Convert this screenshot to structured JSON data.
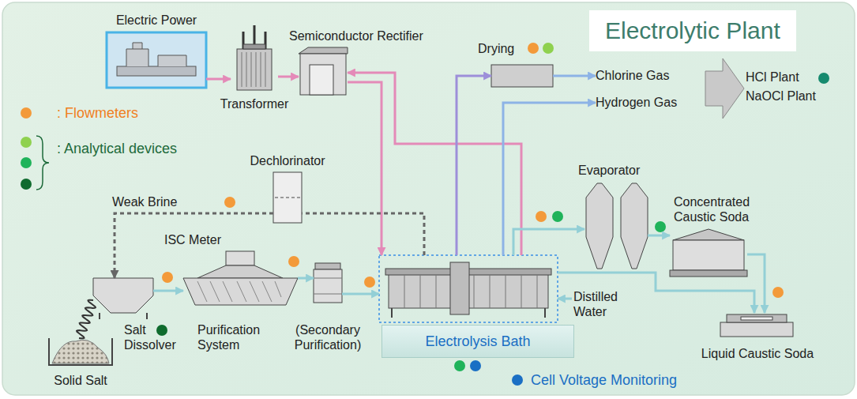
{
  "diagram": {
    "title": "Electrolytic Plant",
    "nodes": [
      {
        "text": [
          "Electric Power"
        ]
      },
      {
        "text": [
          "Transformer"
        ]
      },
      {
        "text": [
          "Semiconductor Rectifier"
        ]
      },
      {
        "text": [
          "Drying"
        ]
      },
      {
        "text": [
          "Chlorine Gas"
        ]
      },
      {
        "text": [
          "Hydrogen Gas"
        ]
      },
      {
        "text": [
          "HCl Plant",
          "NaOCl Plant"
        ]
      },
      {
        "text": [
          "Dechlorinator"
        ]
      },
      {
        "text": [
          "Salt Dissolver"
        ]
      },
      {
        "text": [
          "Solid Salt"
        ]
      },
      {
        "text": [
          "ISC Meter",
          "Purification System"
        ]
      },
      {
        "text": [
          "(Secondary Purification)"
        ]
      },
      {
        "text": [
          "Electrolysis Bath"
        ]
      },
      {
        "text": [
          "Distilled Water"
        ]
      },
      {
        "text": [
          "Evaporator"
        ]
      },
      {
        "text": [
          "Concentrated Caustic Soda"
        ]
      },
      {
        "text": [
          "Liquid Caustic Soda"
        ]
      }
    ],
    "edges": [
      {
        "from": 0,
        "to": 1,
        "arrow": "to"
      },
      {
        "from": 1,
        "to": 2,
        "arrow": "to"
      },
      {
        "from": 2,
        "to": 12,
        "arrow": "to"
      },
      {
        "from": 12,
        "to": 2,
        "arrow": "to"
      },
      {
        "from": 12,
        "to": 3,
        "arrow": "to"
      },
      {
        "from": 3,
        "to": 4,
        "arrow": "to"
      },
      {
        "from": 12,
        "to": 5,
        "arrow": "to"
      },
      {
        "from": 12,
        "to": 7,
        "arrow": "none"
      },
      {
        "from": 7,
        "to": 8,
        "label": "Weak Brine",
        "arrow": "to"
      },
      {
        "from": 9,
        "to": 8,
        "arrow": "none"
      },
      {
        "from": 8,
        "to": 10,
        "arrow": "to"
      },
      {
        "from": 10,
        "to": 11,
        "arrow": "to"
      },
      {
        "from": 11,
        "to": 12,
        "arrow": "to"
      },
      {
        "from": 13,
        "to": 12,
        "arrow": "to"
      },
      {
        "from": 12,
        "to": 14,
        "arrow": "to"
      },
      {
        "from": 14,
        "to": 15,
        "arrow": "to"
      },
      {
        "from": 15,
        "to": 16,
        "arrow": "to"
      },
      {
        "from": 12,
        "to": 16,
        "arrow": "to"
      }
    ],
    "legend": [
      {
        "text": ": Flowmeters",
        "color": "#f39a3a"
      },
      {
        "text": ": Analytical devices",
        "color": "#8fd14f"
      },
      {
        "text": "Cell Voltage Monitoring",
        "color": "#1a6fc4"
      }
    ]
  }
}
